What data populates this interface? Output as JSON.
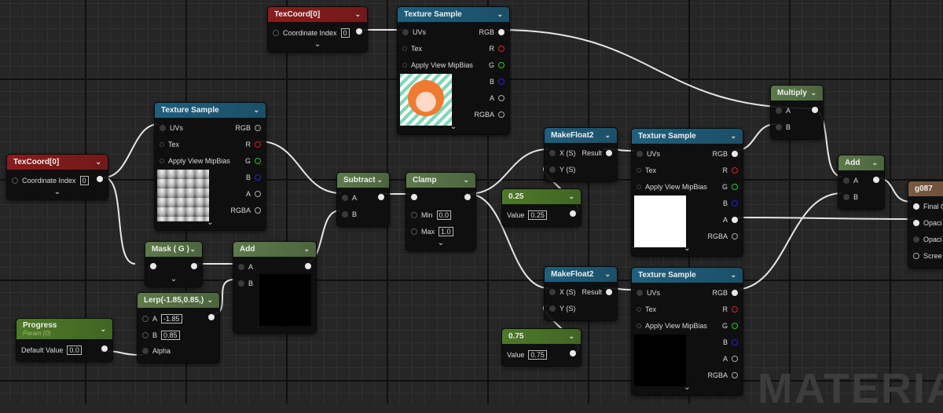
{
  "colors": {
    "texcoord": "#8a1c1c",
    "texture": "#1f5f7d",
    "math": "#5c7a4a",
    "param": "#4d7a28",
    "result": "#7a5a40"
  },
  "watermark": "MATERIAL",
  "nodes": [
    {
      "id": "texcoord_top",
      "title": "TexCoord[0]",
      "kind": "texcoord",
      "rows": [
        {
          "l": "Coordinate Index",
          "v": "0",
          "r": "",
          "rc": "filled"
        }
      ],
      "chev": true
    },
    {
      "id": "tex_top",
      "title": "Texture Sample",
      "kind": "texture",
      "rows": [
        {
          "l": "UVs",
          "lc": "dim",
          "r": "RGB",
          "rc": "filled"
        },
        {
          "l": "Tex",
          "r": "R",
          "rc": "#d22"
        },
        {
          "l": "Apply View MipBias",
          "r": "G",
          "rc": "#2c2"
        },
        {
          "l": "",
          "r": "B",
          "rc": "#22d"
        },
        {
          "l": "",
          "r": "A",
          "rc": "#aaa"
        },
        {
          "l": "",
          "r": "RGBA",
          "rc": "#aaa"
        }
      ],
      "preview": "character",
      "chev": true
    },
    {
      "id": "tex_left",
      "title": "Texture Sample",
      "kind": "texture",
      "rows": [
        {
          "l": "UVs",
          "lc": "dim",
          "r": "RGB",
          "rc": "#aaa"
        },
        {
          "l": "Tex",
          "r": "R",
          "rc": "#e11"
        },
        {
          "l": "Apply View MipBias",
          "r": "G",
          "rc": "#2c2"
        },
        {
          "l": "",
          "r": "B",
          "rc": "#22d"
        },
        {
          "l": "",
          "r": "A",
          "rc": "#aaa"
        },
        {
          "l": "",
          "r": "RGBA",
          "rc": "#aaa"
        }
      ],
      "preview": "fog",
      "chev": true
    },
    {
      "id": "texcoord_left",
      "title": "TexCoord[0]",
      "kind": "texcoord",
      "rows": [
        {
          "l": "Coordinate Index",
          "v": "0",
          "r": "",
          "rc": "filled"
        }
      ],
      "chev": true
    },
    {
      "id": "mask",
      "title": "Mask ( G )",
      "kind": "math",
      "rows": [
        {
          "l": "",
          "lc": "filled",
          "r": "",
          "rc": "filled"
        }
      ],
      "chev": true
    },
    {
      "id": "add_left",
      "title": "Add",
      "kind": "math",
      "rows": [
        {
          "l": "A",
          "lc": "dim",
          "r": "",
          "rc": "filled"
        },
        {
          "l": "B",
          "lc": "dim"
        }
      ],
      "preview": "black"
    },
    {
      "id": "lerp",
      "title": "Lerp(-1.85,0.85,)",
      "kind": "math",
      "rows": [
        {
          "l": "A",
          "v": "-1.85",
          "r": "",
          "rc": "filled"
        },
        {
          "l": "B",
          "v": "0.85"
        },
        {
          "l": "Alpha",
          "lc": "dim"
        }
      ]
    },
    {
      "id": "progress",
      "title": "Progress",
      "subtitle": "Param (0)",
      "kind": "param",
      "rows": [
        {
          "l": "Default Value",
          "v": "0.0",
          "r": "",
          "rc": "filled",
          "nolp": true
        }
      ]
    },
    {
      "id": "subtract",
      "title": "Subtract",
      "kind": "math",
      "rows": [
        {
          "l": "A",
          "lc": "dim",
          "r": "",
          "rc": "filled"
        },
        {
          "l": "B",
          "lc": "dim"
        }
      ]
    },
    {
      "id": "clamp",
      "title": "Clamp",
      "kind": "math",
      "rows": [
        {
          "l": "",
          "lc": "filled",
          "r": "",
          "rc": "filled"
        },
        {
          "l": "Min",
          "v": "0.0"
        },
        {
          "l": "Max",
          "v": "1.0"
        }
      ],
      "chev": true
    },
    {
      "id": "mf_top",
      "title": "MakeFloat2",
      "kind": "texture",
      "rows": [
        {
          "l": "X (S)",
          "lc": "dim",
          "r": "Result",
          "rc": "filled"
        },
        {
          "l": "Y (S)",
          "lc": "dim"
        }
      ]
    },
    {
      "id": "c025",
      "title": "0.25",
      "kind": "param",
      "rows": [
        {
          "l": "Value",
          "v": "0.25",
          "r": "",
          "rc": "filled",
          "nolp": true
        }
      ]
    },
    {
      "id": "tex_mid",
      "title": "Texture Sample",
      "kind": "texture",
      "rows": [
        {
          "l": "UVs",
          "lc": "dim",
          "r": "RGB",
          "rc": "filled"
        },
        {
          "l": "Tex",
          "r": "R",
          "rc": "#d22"
        },
        {
          "l": "Apply View MipBias",
          "r": "G",
          "rc": "#2c2"
        },
        {
          "l": "",
          "r": "B",
          "rc": "#22d"
        },
        {
          "l": "",
          "r": "A",
          "rc": "filled"
        },
        {
          "l": "",
          "r": "RGBA",
          "rc": "#aaa"
        }
      ],
      "preview": "white",
      "chev": true
    },
    {
      "id": "mf_bot",
      "title": "MakeFloat2",
      "kind": "texture",
      "rows": [
        {
          "l": "X (S)",
          "lc": "dim",
          "r": "Result",
          "rc": "filled"
        },
        {
          "l": "Y (S)",
          "lc": "dim"
        }
      ]
    },
    {
      "id": "c075",
      "title": "0.75",
      "kind": "param",
      "rows": [
        {
          "l": "Value",
          "v": "0.75",
          "r": "",
          "rc": "filled",
          "nolp": true
        }
      ]
    },
    {
      "id": "tex_bot",
      "title": "Texture Sample",
      "kind": "texture",
      "rows": [
        {
          "l": "UVs",
          "lc": "dim",
          "r": "RGB",
          "rc": "filled"
        },
        {
          "l": "Tex",
          "r": "R",
          "rc": "#d22"
        },
        {
          "l": "Apply View MipBias",
          "r": "G",
          "rc": "#2c2"
        },
        {
          "l": "",
          "r": "B",
          "rc": "#22d"
        },
        {
          "l": "",
          "r": "A",
          "rc": "#aaa"
        },
        {
          "l": "",
          "r": "RGBA",
          "rc": "#aaa"
        }
      ],
      "preview": "black",
      "chev": true
    },
    {
      "id": "multiply",
      "title": "Multiply",
      "kind": "math",
      "rows": [
        {
          "l": "A",
          "lc": "dim",
          "r": "",
          "rc": "filled"
        },
        {
          "l": "B",
          "lc": "dim"
        }
      ]
    },
    {
      "id": "add_right",
      "title": "Add",
      "kind": "math",
      "rows": [
        {
          "l": "A",
          "lc": "dim",
          "r": "",
          "rc": "filled"
        },
        {
          "l": "B",
          "lc": "dim"
        }
      ]
    },
    {
      "id": "g087",
      "title": "g087",
      "kind": "result",
      "rows": [
        {
          "l": "Final C",
          "lc": "filled"
        },
        {
          "l": "Opaci",
          "lc": "filled"
        },
        {
          "l": "Opaci",
          "lc": "dim"
        },
        {
          "l": "Scree",
          "lc": "#aaa"
        }
      ]
    }
  ]
}
